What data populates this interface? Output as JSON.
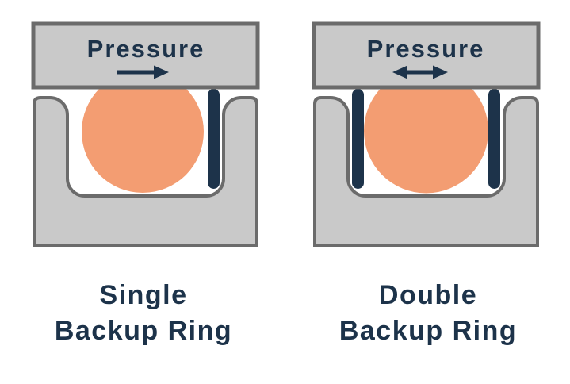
{
  "colors": {
    "background": "#ffffff",
    "metal_gray": "#c9c9c9",
    "outline_gray": "#6b6b6b",
    "navy": "#1d334a",
    "orange": "#f39d72"
  },
  "panels": [
    {
      "pressure_label": "Pressure",
      "arrow_direction": "right",
      "backup_ring_count": 1,
      "caption_line1": "Single",
      "caption_line2": "Backup Ring"
    },
    {
      "pressure_label": "Pressure",
      "arrow_direction": "left-right",
      "backup_ring_count": 2,
      "caption_line1": "Double",
      "caption_line2": "Backup Ring"
    }
  ]
}
